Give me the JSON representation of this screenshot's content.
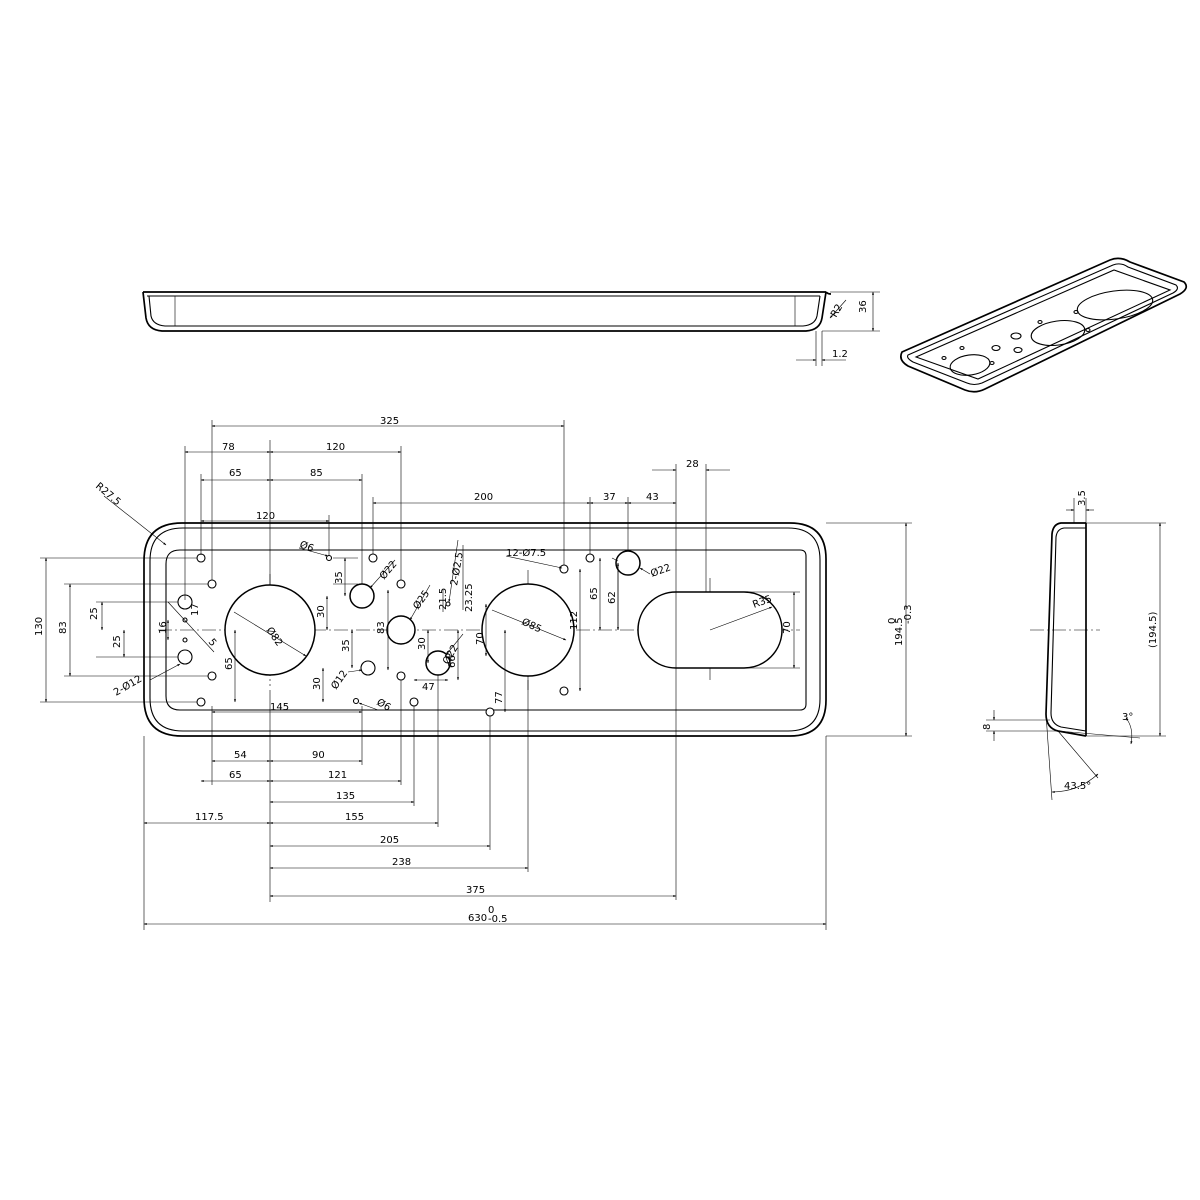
{
  "dims": {
    "side": {
      "r2": "R2",
      "h36": "36",
      "t12": "1.2"
    },
    "top": {
      "d325": "325",
      "d78": "78",
      "d120a": "120",
      "d65a": "65",
      "d85": "85",
      "d200": "200",
      "d37": "37",
      "d43": "43",
      "d28": "28",
      "d120b": "120",
      "r275": "R27.5"
    },
    "plan": {
      "phi6a": "Ø6",
      "phi22a": "Ø22",
      "phi22b": "Ø22",
      "phi25": "Ø25",
      "two_phi25": "2-Ø2.5",
      "d2325": "23.25",
      "d215": "21.5",
      "twelve_phi75": "12-Ø7.5",
      "phi82": "Ø82",
      "phi85": "Ø85",
      "phi22c": "Ø22",
      "r35": "R35",
      "d70r": "70",
      "d65c": "65",
      "d62": "62",
      "d112": "112",
      "d130": "130",
      "d83l": "83",
      "d25a": "25",
      "d25b": "25",
      "d16": "16",
      "d17": "17",
      "d5": "5",
      "d65b": "65",
      "d35a": "35",
      "d30a": "30",
      "d83c": "83",
      "d30b": "30",
      "d35b": "35",
      "d30c": "30",
      "d70c": "70",
      "d66": "66",
      "d47": "47",
      "d77": "77",
      "phi12": "Ø12",
      "phi6b": "Ø6",
      "two_phi12": "2-Ø12",
      "d145": "145",
      "d1945": "194.5",
      "d1945_tol_up": "0",
      "d1945_tol_lo": "-0.3"
    },
    "bottom": {
      "d54": "54",
      "d90": "90",
      "d65": "65",
      "d121": "121",
      "d135": "135",
      "d1175": "117.5",
      "d155": "155",
      "d205": "205",
      "d238": "238",
      "d375": "375",
      "d630": "630",
      "d630_tol_up": "0",
      "d630_tol_lo": "-0.5"
    },
    "section": {
      "d35": "3.5",
      "d1945p": "(194.5)",
      "d8": "8",
      "a3": "3°",
      "a435": "43.5°"
    }
  }
}
